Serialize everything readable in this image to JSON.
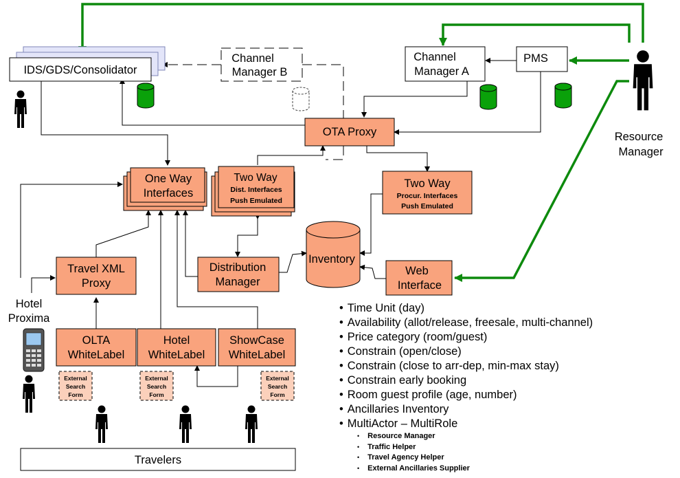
{
  "nodes": {
    "ids_gds": "IDS/GDS/Consolidator",
    "channel_manager_b": [
      "Channel",
      "Manager B"
    ],
    "channel_manager_a": [
      "Channel",
      "Manager A"
    ],
    "pms": "PMS",
    "resource_manager": [
      "Resource",
      "Manager"
    ],
    "ota_proxy": "OTA Proxy",
    "one_way": [
      "One Way",
      "Interfaces"
    ],
    "two_way_dist": [
      "Two Way",
      "Dist. Interfaces",
      "Push Emulated"
    ],
    "two_way_procur": [
      "Two Way",
      "Procur. Interfaces",
      "Push Emulated"
    ],
    "inventory": "Inventory",
    "distribution_manager": [
      "Distribution",
      "Manager"
    ],
    "web_interface": [
      "Web",
      "Interface"
    ],
    "travel_xml_proxy": [
      "Travel XML",
      "Proxy"
    ],
    "hotel_proxima": [
      "Hotel",
      "Proxima"
    ],
    "olta_whitelabel": [
      "OLTA",
      "WhiteLabel"
    ],
    "hotel_whitelabel": [
      "Hotel",
      "WhiteLabel"
    ],
    "showcase_whitelabel": [
      "ShowCase",
      "WhiteLabel"
    ],
    "external_search_form": [
      "External",
      "Search",
      "Form"
    ],
    "travelers": "Travelers"
  },
  "colors": {
    "box_orange": "#f9a37d",
    "db_green": "#0aa10a",
    "arrow_green": "#0d8a0d"
  },
  "features": [
    "Time Unit (day)",
    "Availability (allot/release, freesale, multi-channel)",
    "Price category (room/guest)",
    "Constrain (open/close)",
    "Constrain (close to arr-dep, min-max stay)",
    "Constrain early booking",
    "Room guest profile (age, number)",
    "Ancillaries Inventory",
    "MultiActor – MultiRole"
  ],
  "roles": [
    "Resource Manager",
    "Traffic Helper",
    "Travel Agency Helper",
    "External Ancillaries Supplier"
  ]
}
